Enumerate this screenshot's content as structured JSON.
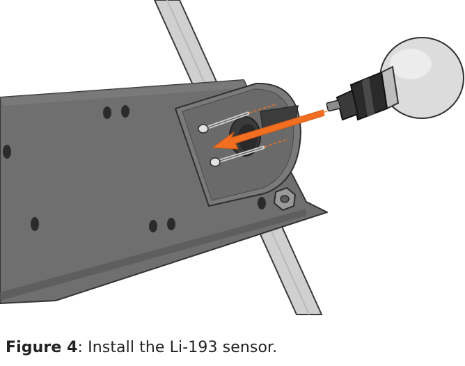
{
  "figure": {
    "label": "Figure 4",
    "separator": ": ",
    "caption": "Install the Li-193 sensor.",
    "colors": {
      "plate": "#6b6b6b",
      "plate_edge": "#3a3a3a",
      "pole": "#c9c9c9",
      "arrow": "#f26f21",
      "sensor_bulb": "#d9d9d9"
    },
    "parts": [
      "mounting-plate",
      "support-pole",
      "sensor-mount-bracket",
      "mounting-screw",
      "hex-nut",
      "li-193-sensor",
      "install-arrow"
    ]
  }
}
